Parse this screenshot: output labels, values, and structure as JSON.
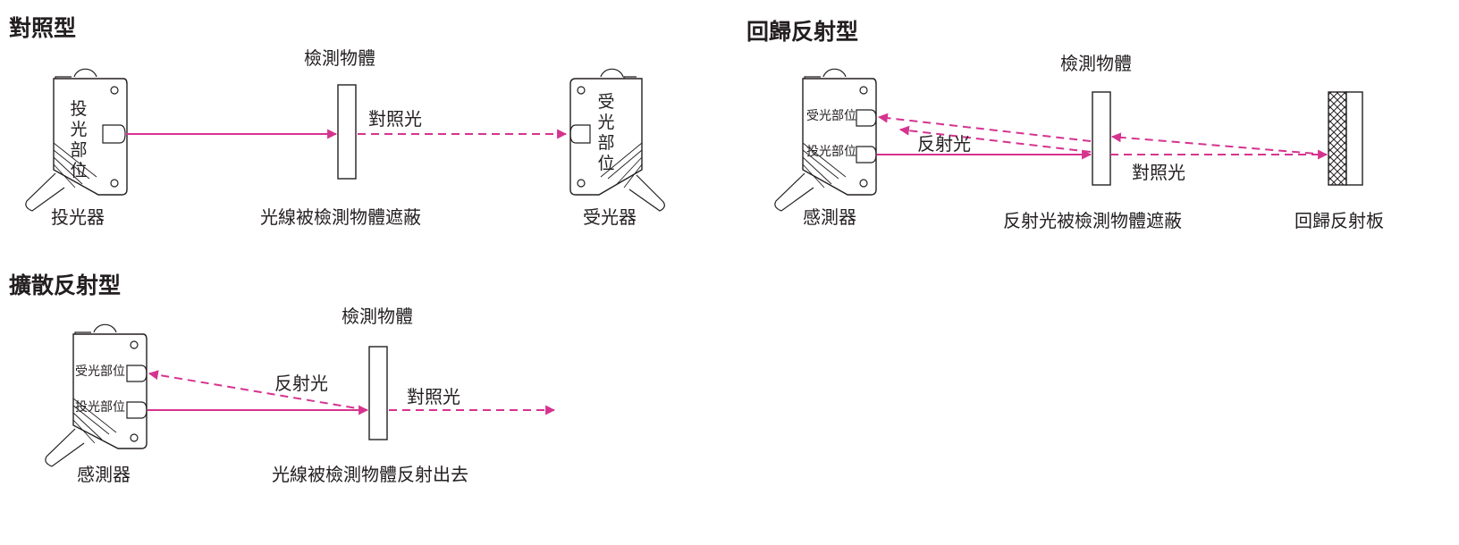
{
  "colors": {
    "beam": "#d6338f",
    "ink": "#231f20"
  },
  "section_through": {
    "title": "對照型",
    "object_label": "檢測物體",
    "emitter_part_chars": [
      "投",
      "光",
      "部",
      "位"
    ],
    "receiver_part_chars": [
      "受",
      "光",
      "部",
      "位"
    ],
    "beam_label": "對照光",
    "emitter_label": "投光器",
    "receiver_label": "受光器",
    "caption": "光線被檢測物體遮蔽"
  },
  "section_retro": {
    "title": "回歸反射型",
    "object_label": "檢測物體",
    "receiver_part": "受光部位",
    "emitter_part": "投光部位",
    "reflect_label": "反射光",
    "beam_label": "對照光",
    "sensor_label": "感測器",
    "caption": "反射光被檢測物體遮蔽",
    "reflector_label": "回歸反射板"
  },
  "section_diffuse": {
    "title": "擴散反射型",
    "object_label": "檢測物體",
    "receiver_part": "受光部位",
    "emitter_part": "投光部位",
    "reflect_label": "反射光",
    "beam_label": "對照光",
    "sensor_label": "感測器",
    "caption": "光線被檢測物體反射出去"
  }
}
